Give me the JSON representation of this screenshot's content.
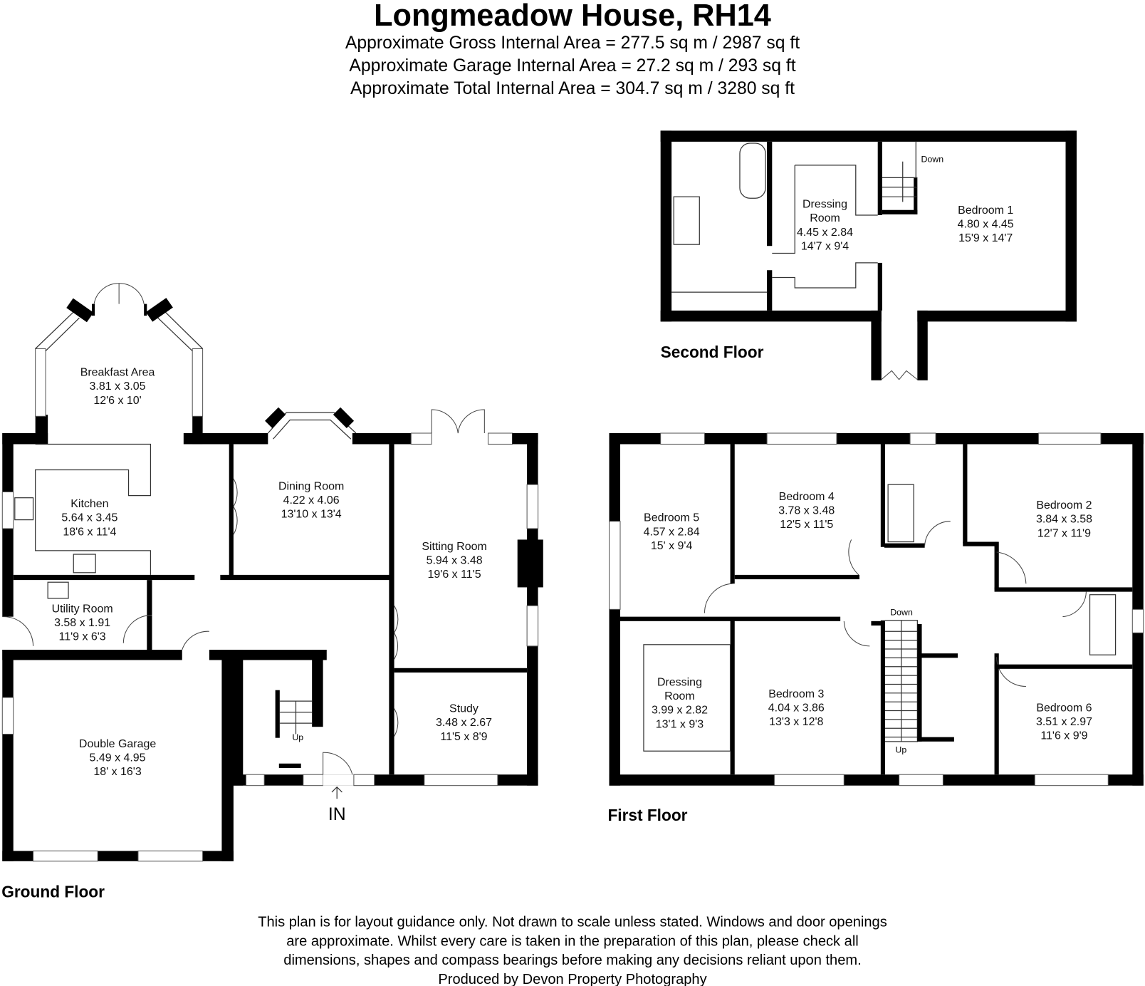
{
  "header": {
    "title": "Longmeadow House, RH14",
    "areas": [
      "Approximate Gross Internal Area = 277.5 sq m / 2987 sq ft",
      "Approximate Garage Internal Area = 27.2 sq m / 293 sq ft",
      "Approximate Total Internal Area = 304.7 sq m / 3280 sq ft"
    ]
  },
  "floors": {
    "ground": {
      "label": "Ground Floor",
      "rooms": [
        {
          "name": "Breakfast Area",
          "metric": "3.81 x 3.05",
          "imperial": "12'6 x 10'"
        },
        {
          "name": "Kitchen",
          "metric": "5.64 x 3.45",
          "imperial": "18'6 x 11'4"
        },
        {
          "name": "Dining Room",
          "metric": "4.22 x 4.06",
          "imperial": "13'10 x 13'4"
        },
        {
          "name": "Sitting Room",
          "metric": "5.94 x 3.48",
          "imperial": "19'6 x 11'5"
        },
        {
          "name": "Utility Room",
          "metric": "3.58 x 1.91",
          "imperial": "11'9 x 6'3"
        },
        {
          "name": "Study",
          "metric": "3.48 x 2.67",
          "imperial": "11'5 x 8'9"
        },
        {
          "name": "Double Garage",
          "metric": "5.49 x 4.95",
          "imperial": "18' x 16'3"
        }
      ],
      "stair_label": "Up",
      "entrance_label": "IN"
    },
    "first": {
      "label": "First Floor",
      "rooms": [
        {
          "name": "Bedroom 5",
          "metric": "4.57 x 2.84",
          "imperial": "15' x 9'4"
        },
        {
          "name": "Bedroom 4",
          "metric": "3.78 x 3.48",
          "imperial": "12'5 x 11'5"
        },
        {
          "name": "Bedroom 2",
          "metric": "3.84 x 3.58",
          "imperial": "12'7 x 11'9"
        },
        {
          "name": "Dressing Room",
          "metric": "3.99 x 2.82",
          "imperial": "13'1 x 9'3"
        },
        {
          "name": "Bedroom 3",
          "metric": "4.04 x 3.86",
          "imperial": "13'3 x 12'8"
        },
        {
          "name": "Bedroom 6",
          "metric": "3.51 x 2.97",
          "imperial": "11'6 x 9'9"
        }
      ],
      "stair_up_label": "Up",
      "stair_down_label": "Down"
    },
    "second": {
      "label": "Second Floor",
      "rooms": [
        {
          "name": "Dressing Room",
          "metric": "4.45 x 2.84",
          "imperial": "14'7 x 9'4"
        },
        {
          "name": "Bedroom 1",
          "metric": "4.80 x 4.45",
          "imperial": "15'9 x 14'7"
        }
      ],
      "stair_down_label": "Down"
    }
  },
  "footer": {
    "disclaimer": [
      "This plan is for layout guidance only. Not drawn to scale unless stated. Windows and door openings",
      "are approximate. Whilst every care is taken in the preparation of this plan, please check all",
      "dimensions, shapes and compass bearings before making any decisions reliant upon them."
    ],
    "credit": "Produced by Devon Property Photography"
  }
}
